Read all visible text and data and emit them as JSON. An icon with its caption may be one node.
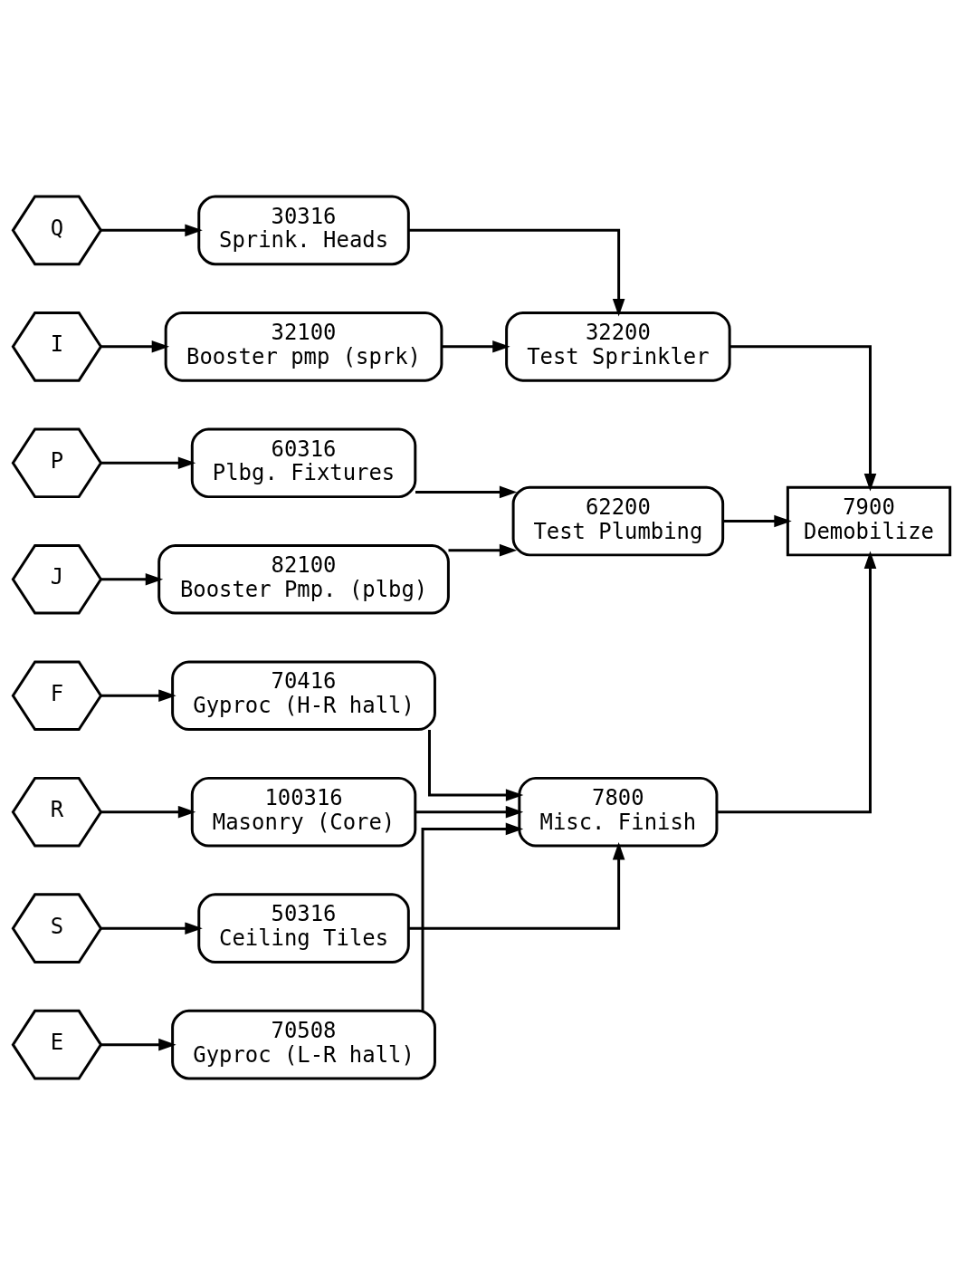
{
  "diagram": {
    "nodes": [
      {
        "text": [
          "P"
        ]
      },
      {
        "text": [
          "60316",
          "Plbg. Fixtures"
        ]
      },
      {
        "text": [
          "62200",
          "Test Plumbing"
        ]
      },
      {
        "text": [
          "J"
        ]
      },
      {
        "text": [
          "82100",
          "Booster Pmp. (plbg)"
        ]
      },
      {
        "text": [
          "Q"
        ]
      },
      {
        "text": [
          "30316",
          "Sprink. Heads"
        ]
      },
      {
        "text": [
          "32200",
          "Test Sprinkler"
        ]
      },
      {
        "text": [
          "I"
        ]
      },
      {
        "text": [
          "32100",
          "Booster pmp (sprk)"
        ]
      },
      {
        "text": [
          "7900",
          "Demobilize"
        ]
      },
      {
        "text": [
          "E"
        ]
      },
      {
        "text": [
          "70508",
          "Gyproc (L-R hall)"
        ]
      },
      {
        "text": [
          "F"
        ]
      },
      {
        "text": [
          "70416",
          "Gyproc (H-R hall)"
        ]
      },
      {
        "text": [
          "7800",
          "Misc. Finish"
        ]
      },
      {
        "text": [
          "R"
        ]
      },
      {
        "text": [
          "100316",
          "Masonry (Core)"
        ]
      },
      {
        "text": [
          "S"
        ]
      },
      {
        "text": [
          "50316",
          "Ceiling Tiles"
        ]
      }
    ],
    "edges": [
      {
        "from": 0,
        "to": 1,
        "arrow": "to"
      },
      {
        "from": 1,
        "to": 2,
        "arrow": "to"
      },
      {
        "from": 3,
        "to": 4,
        "arrow": "to"
      },
      {
        "from": 4,
        "to": 2,
        "arrow": "to"
      },
      {
        "from": 5,
        "to": 6,
        "arrow": "to"
      },
      {
        "from": 6,
        "to": 7,
        "arrow": "to"
      },
      {
        "from": 8,
        "to": 9,
        "arrow": "to"
      },
      {
        "from": 9,
        "to": 7,
        "arrow": "to"
      },
      {
        "from": 2,
        "to": 10,
        "arrow": "to"
      },
      {
        "from": 7,
        "to": 10,
        "arrow": "to"
      },
      {
        "from": 11,
        "to": 12,
        "arrow": "to"
      },
      {
        "from": 12,
        "to": 15,
        "arrow": "to"
      },
      {
        "from": 13,
        "to": 14,
        "arrow": "to"
      },
      {
        "from": 14,
        "to": 15,
        "arrow": "to"
      },
      {
        "from": 16,
        "to": 17,
        "arrow": "to"
      },
      {
        "from": 17,
        "to": 15,
        "arrow": "to"
      },
      {
        "from": 18,
        "to": 19,
        "arrow": "to"
      },
      {
        "from": 19,
        "to": 15,
        "arrow": "to"
      },
      {
        "from": 15,
        "to": 10,
        "arrow": "to"
      }
    ]
  }
}
